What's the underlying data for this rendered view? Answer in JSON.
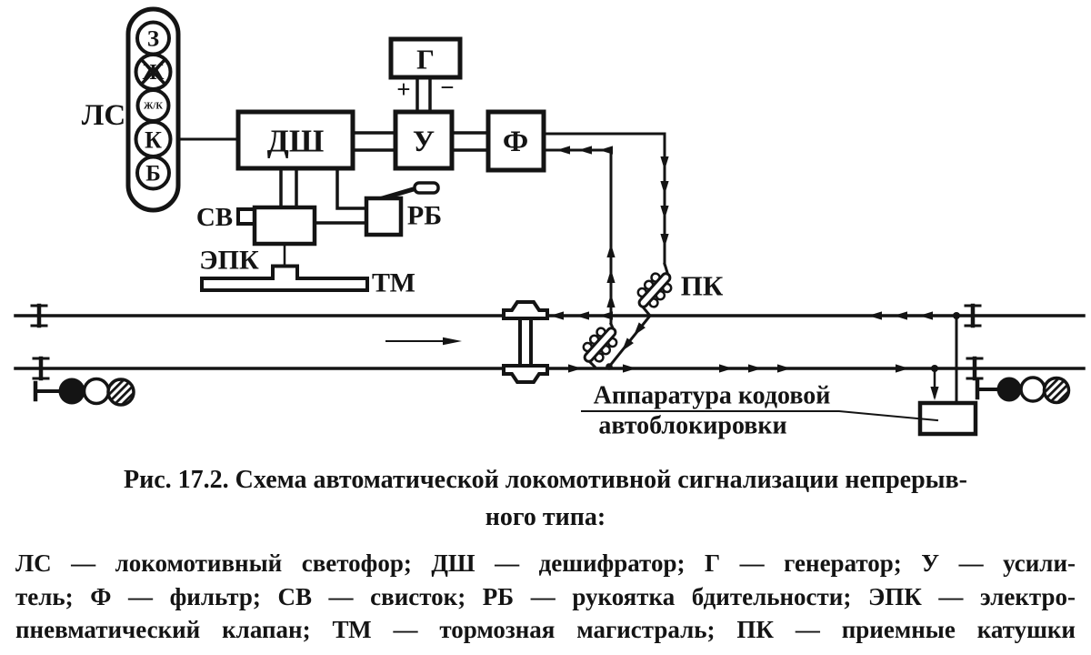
{
  "figure": {
    "caption_line1": "Рис. 17.2. Схема автоматической локомотивной сигнализации непрерыв-",
    "caption_line2": "ного типа:",
    "legend_line1": "ЛС — локомотивный светофор; ДШ — дешифратор; Г — генератор; У — усили-",
    "legend_line2": "тель; Ф — фильтр; СВ — свисток; РБ — рукоятка бдительности; ЭПК — электро-",
    "legend_line3": "пневматический клапан; ТМ — тормозная магистраль; ПК — приемные катушки"
  },
  "diagram": {
    "locomotive_signal": {
      "label": "ЛС",
      "lights": [
        {
          "label": "З"
        },
        {
          "label": "Ж"
        },
        {
          "label": "Ж/К"
        },
        {
          "label": "К"
        },
        {
          "label": "Б"
        }
      ]
    },
    "blocks": {
      "decoder": "ДШ",
      "generator": "Г",
      "generator_plus": "+",
      "generator_minus": "−",
      "amplifier": "У",
      "filter": "Ф",
      "whistle": "СВ",
      "vigilance_handle": "РБ",
      "epk": "ЭПК",
      "brake_main": "ТМ",
      "receiving_coils": "ПК"
    },
    "apparatus": {
      "line1": "Аппаратура кодовой",
      "line2": "автоблокировки"
    }
  }
}
